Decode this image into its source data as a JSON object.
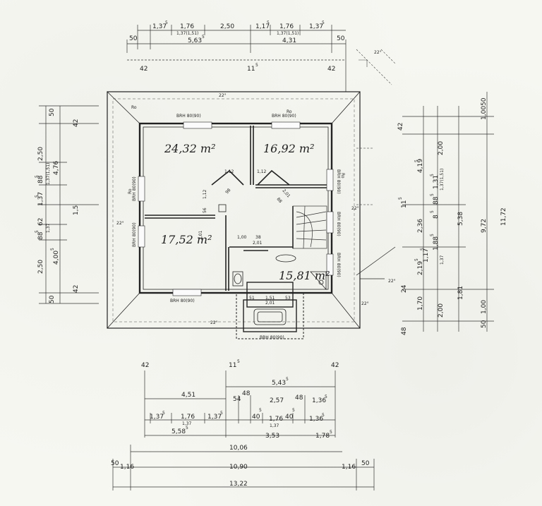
{
  "plan": {
    "rooms": {
      "bedroom_top_left": "24,32 m²",
      "bedroom_top_right": "16,92 m²",
      "bedroom_bottom_left": "17,52 m²",
      "bathroom": "15,81 m²"
    },
    "window_labels": {
      "top_left": "Ro",
      "top_left_sub": "BRH 80(90)",
      "top_right": "Ro",
      "top_right_sub": "BRH 80(90)",
      "left_wall": "Ro",
      "left_wall_sub": "BRH 80(90)",
      "left_wall_lower": "BRH 80(90)",
      "right_wall": "Ro",
      "right_wall_sub": "BRH 80(90)",
      "right_wall_lower": "BRH 80(90)",
      "right_wall_bottom": "BRH 80(90)",
      "bottom_left": "BRH 80(90)",
      "bottom_center": "BRH 80(90)"
    },
    "roof_angles": {
      "top": "22°",
      "bottom": "22°",
      "left": "22°",
      "right": "22°",
      "corner_top_right": "22°",
      "corner_right": "22°",
      "corner_bottom_right": "22°"
    },
    "top_dims": {
      "a": "1,37",
      "a_sup": "5",
      "b": "1,76",
      "b_sub": "1,37(1,51)",
      "c": "2,50",
      "d": "1,17",
      "d_sup": "5",
      "e": "1,76",
      "e_sub": "1,37(1,51)",
      "f": "1,37",
      "f_sup": "5",
      "g": "5,63",
      "g_sup": "5",
      "h": "4,31",
      "left_42": "42",
      "mid": "11",
      "mid_sup": "5",
      "right_42": "42",
      "left_50": "50",
      "right_50": "50"
    },
    "left_dims": {
      "a": "50",
      "b": "42",
      "c": "2,50",
      "d": "4,76",
      "e": "88",
      "e_sup": "5",
      "e_sub": "1,37(1,51)",
      "f": "1,37",
      "f_sup": "5",
      "g": "1,5",
      "h": "62",
      "h_sub": "1,37",
      "i": "88",
      "i_sup": "5",
      "j": "4,00",
      "j_sup": "5",
      "k": "2,50",
      "l": "42",
      "m": "50"
    },
    "right_dims": {
      "a": "50",
      "b": "1,00",
      "c": "2,00",
      "d": "4,19",
      "d_sup": "5",
      "e": "42",
      "f": "1,31",
      "f_sup": "5",
      "g": "88",
      "g_sup": "5",
      "g_sub": "1,37(1,51)",
      "h": "11",
      "h_sup": "5",
      "i": "2,36",
      "j": "8",
      "j_sup": "5",
      "k": "9,72",
      "l": "5,38",
      "m": "11,72",
      "n": "1,88",
      "n_sup": "5",
      "o": "1,17",
      "o_sup": "5",
      "p": "2,19",
      "p_sup": "5",
      "q": "1,37",
      "r": "24",
      "s": "1,70",
      "t": "1,81",
      "u": "2,00",
      "v": "1,00",
      "w": "48",
      "x": "50"
    },
    "interior_dims": {
      "d1": "1,12",
      "d2": "1,12",
      "d3": "1,12",
      "d4": "98",
      "d5": "56",
      "d6": "1,00",
      "d7": "38",
      "d8": "2,01",
      "d9": "51",
      "d10": "1,51",
      "d11": "2,01",
      "d12": "53",
      "d13": "2,01",
      "d14": "88",
      "d15": "2,01"
    },
    "bottom_dims": {
      "l42": "42",
      "mid": "11",
      "mid_sup": "5",
      "r42": "42",
      "a": "4,51",
      "b": "5,43",
      "b_sup": "5",
      "c": "54",
      "d": "48",
      "e": "2,57",
      "f": "48",
      "g": "1,36",
      "g_sup": "5",
      "h": "1,37",
      "h_sup": "5",
      "i": "1,76",
      "i_sub": "1,37",
      "j": "1,37",
      "j_sup": "5",
      "k": "40",
      "k_sup": "5",
      "l": "1,76",
      "l_sub": "1,37",
      "m": "40",
      "m_sup": "5",
      "n": "1,36",
      "n_sup": "5",
      "o": "5,58",
      "o_sup": "5",
      "p": "3,53",
      "q": "1,78",
      "q_sup": "5",
      "r": "10,06",
      "s": "50",
      "t": "1,16",
      "u": "10,90",
      "v": "1,16",
      "w": "50",
      "x": "13,22"
    }
  }
}
